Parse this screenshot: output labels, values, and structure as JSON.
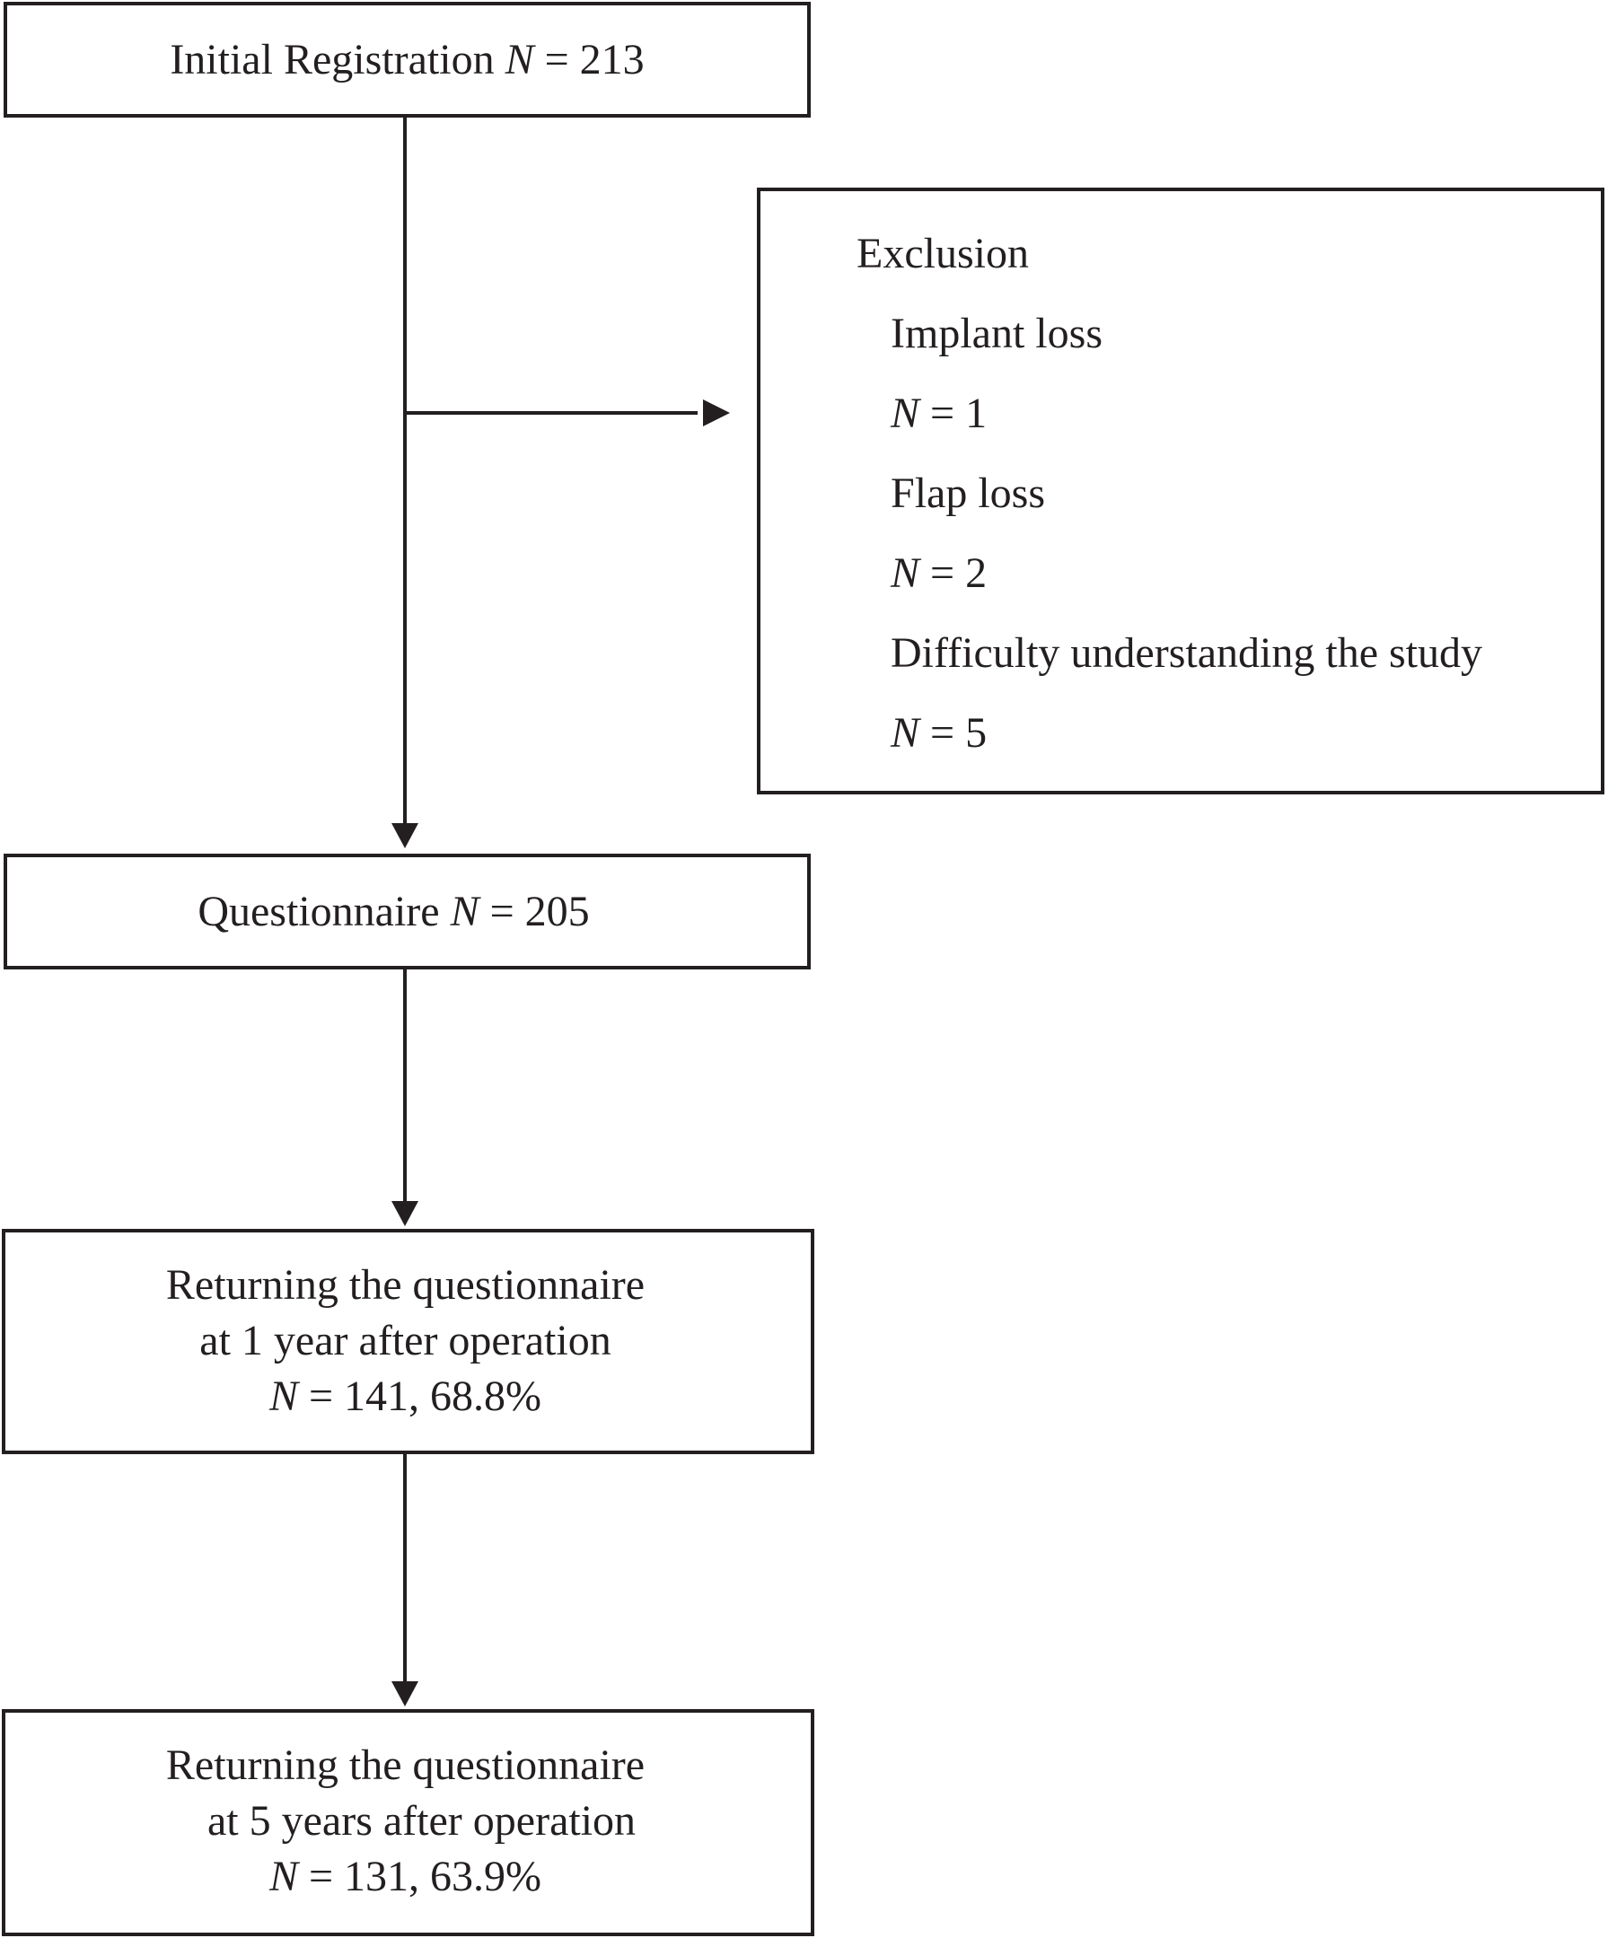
{
  "nodes": {
    "initial": {
      "label": "Initial Registration",
      "n_symbol": "N",
      "n_value": "= 213"
    },
    "exclusion": {
      "title": "Exclusion",
      "items": [
        {
          "reason": "Implant loss",
          "n_symbol": "N",
          "n_value": "= 1"
        },
        {
          "reason": "Flap loss",
          "n_symbol": "N",
          "n_value": "= 2"
        },
        {
          "reason": "Difficulty understanding the study",
          "n_symbol": "N",
          "n_value": "= 5"
        }
      ]
    },
    "questionnaire": {
      "label": "Questionnaire",
      "n_symbol": "N",
      "n_value": "= 205"
    },
    "return_1y": {
      "line1": "Returning the questionnaire",
      "line2": "at 1 year after operation",
      "n_symbol": "N",
      "n_value": "= 141, 68.8%"
    },
    "return_5y": {
      "line1": "Returning the questionnaire",
      "line2": "at 5 years after operation",
      "n_symbol": "N",
      "n_value": "= 131, 63.9%"
    }
  },
  "colors": {
    "ink": "#231f20",
    "background": "#ffffff"
  }
}
